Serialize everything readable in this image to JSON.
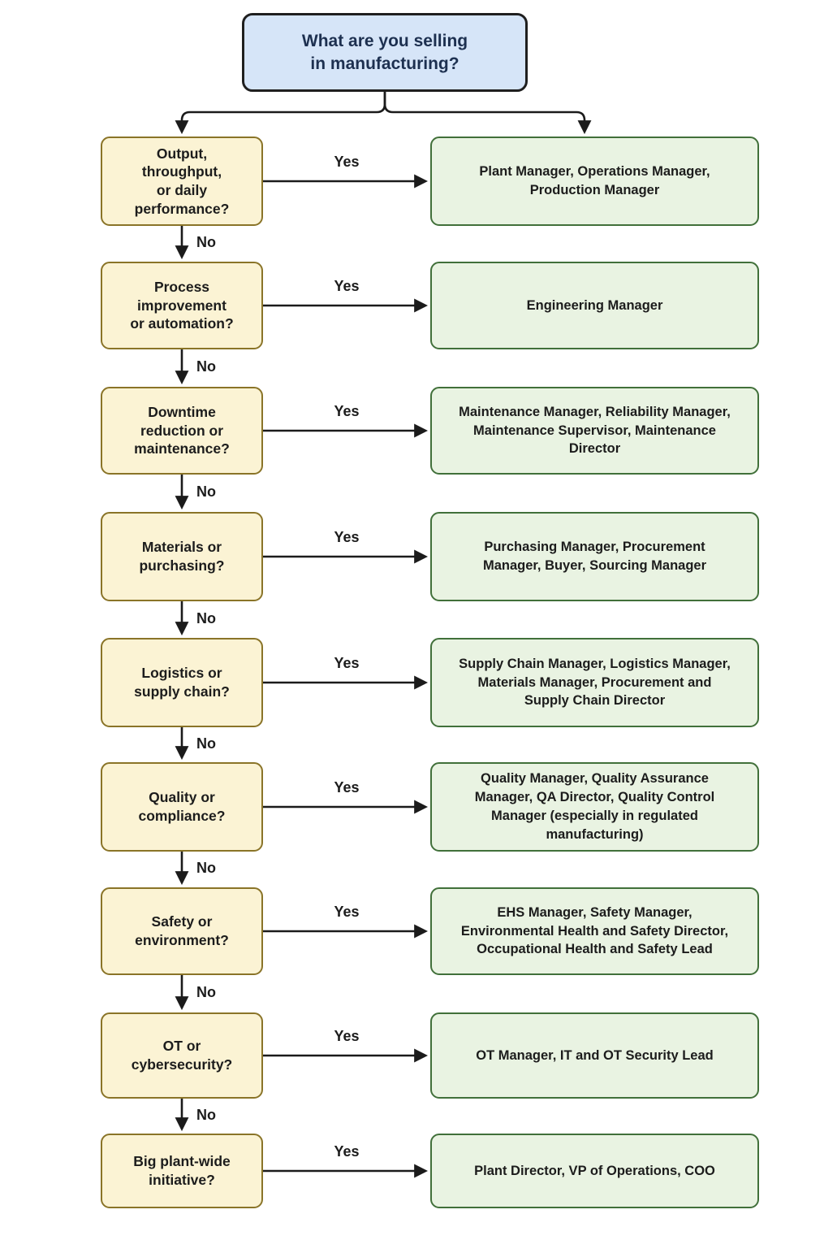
{
  "title": "What are you selling\nin manufacturing?",
  "labels": {
    "yes": "Yes",
    "no": "No"
  },
  "rows": [
    {
      "question": "Output,\nthroughput,\nor daily\nperformance?",
      "result": "Plant Manager, Operations Manager,\nProduction Manager"
    },
    {
      "question": "Process\nimprovement\nor automation?",
      "result": "Engineering Manager"
    },
    {
      "question": "Downtime\nreduction or\nmaintenance?",
      "result": "Maintenance Manager, Reliability Manager,\nMaintenance Supervisor, Maintenance\nDirector"
    },
    {
      "question": "Materials or\npurchasing?",
      "result": "Purchasing Manager, Procurement\nManager, Buyer, Sourcing Manager"
    },
    {
      "question": "Logistics or\nsupply chain?",
      "result": "Supply Chain Manager, Logistics Manager,\nMaterials Manager, Procurement and\nSupply Chain Director"
    },
    {
      "question": "Quality or\ncompliance?",
      "result": "Quality Manager, Quality Assurance\nManager, QA Director, Quality Control\nManager (especially in regulated\nmanufacturing)"
    },
    {
      "question": "Safety or\nenvironment?",
      "result": "EHS Manager, Safety Manager,\nEnvironmental Health and Safety Director,\nOccupational Health and Safety Lead"
    },
    {
      "question": "OT or\ncybersecurity?",
      "result": "OT Manager, IT and OT Security Lead"
    },
    {
      "question": "Big plant-wide\ninitiative?",
      "result": "Plant Director, VP of Operations, COO"
    }
  ],
  "colors": {
    "title_fill": "#d6e5f8",
    "title_border": "#1f1f1f",
    "title_text": "#1d3050",
    "question_fill": "#fbf3d4",
    "question_border": "#8a7428",
    "result_fill": "#e9f3e2",
    "result_border": "#41703a",
    "line": "#1b1b1b",
    "text": "#1c1c1c"
  }
}
